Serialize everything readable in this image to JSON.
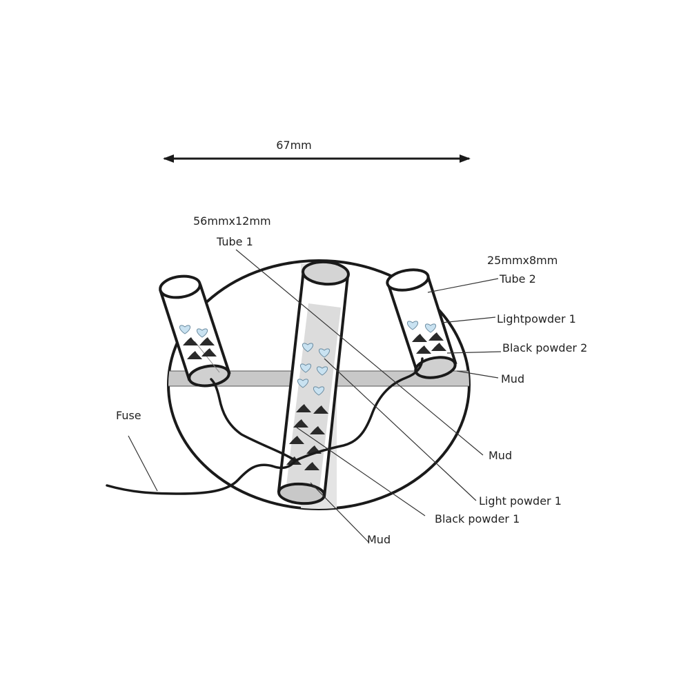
{
  "dimensions": {
    "width_label": "67mm",
    "tube1_size": "56mmx12mm",
    "tube2_size": "25mmx8mm"
  },
  "labels": {
    "tube1": "Tube 1",
    "tube2": "Tube 2",
    "lightpowder1_right": "Lightpowder 1",
    "black_powder2": "Black powder 2",
    "mud_right": "Mud",
    "fuse": "Fuse",
    "mud_mid": "Mud",
    "light_powder1": "Light powder 1",
    "black_powder1": "Black powder 1",
    "mud_bottom": "Mud"
  },
  "colors": {
    "outline": "#1a1a1a",
    "tube_fill": "#d9d9d9",
    "mud_band": "#c8c8c8",
    "light_powder": "#c9e2f1",
    "black_powder": "#2a2a2a",
    "leader_line": "#333333"
  },
  "icons": {
    "light_powder": "heart-icon",
    "black_powder": "powder-mound-icon"
  }
}
